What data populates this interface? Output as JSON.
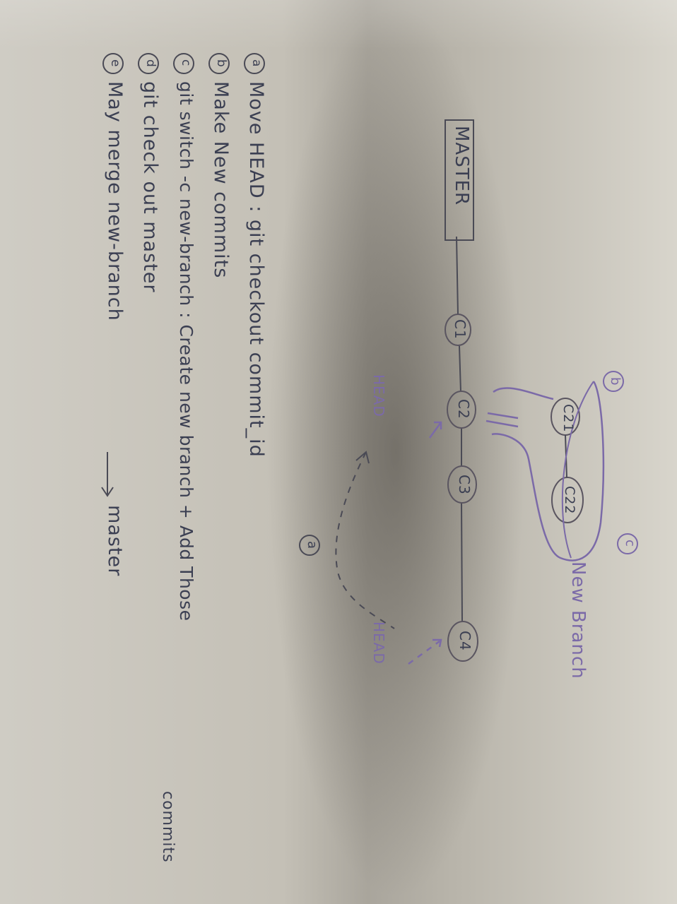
{
  "diagram": {
    "master_box": "MASTER",
    "commits": {
      "c1": "C1",
      "c2": "C2",
      "c3": "C3",
      "c4": "C4",
      "c21": "C21",
      "c22": "C22"
    },
    "head_labels": {
      "head_c2": "HEAD",
      "head_c4": "HEAD"
    },
    "branch_label": "New Branch",
    "markers": {
      "a": "a",
      "b": "b",
      "c": "c"
    }
  },
  "notes": [
    {
      "marker": "a",
      "text": "Move HEAD : git checkout commit_id"
    },
    {
      "marker": "b",
      "text": "Make New commits"
    },
    {
      "marker": "c",
      "text": "git switch -c new-branch : Create new branch + Add Those"
    },
    {
      "marker": "d",
      "text": "git check out master"
    },
    {
      "marker": "e",
      "text": "May merge new-branch",
      "arrow_target": "master"
    }
  ],
  "note_c_continuation": "commits",
  "colors": {
    "ink": "#3b3f52",
    "purple": "#7b6aa8",
    "paper": "#c8c4ba"
  }
}
